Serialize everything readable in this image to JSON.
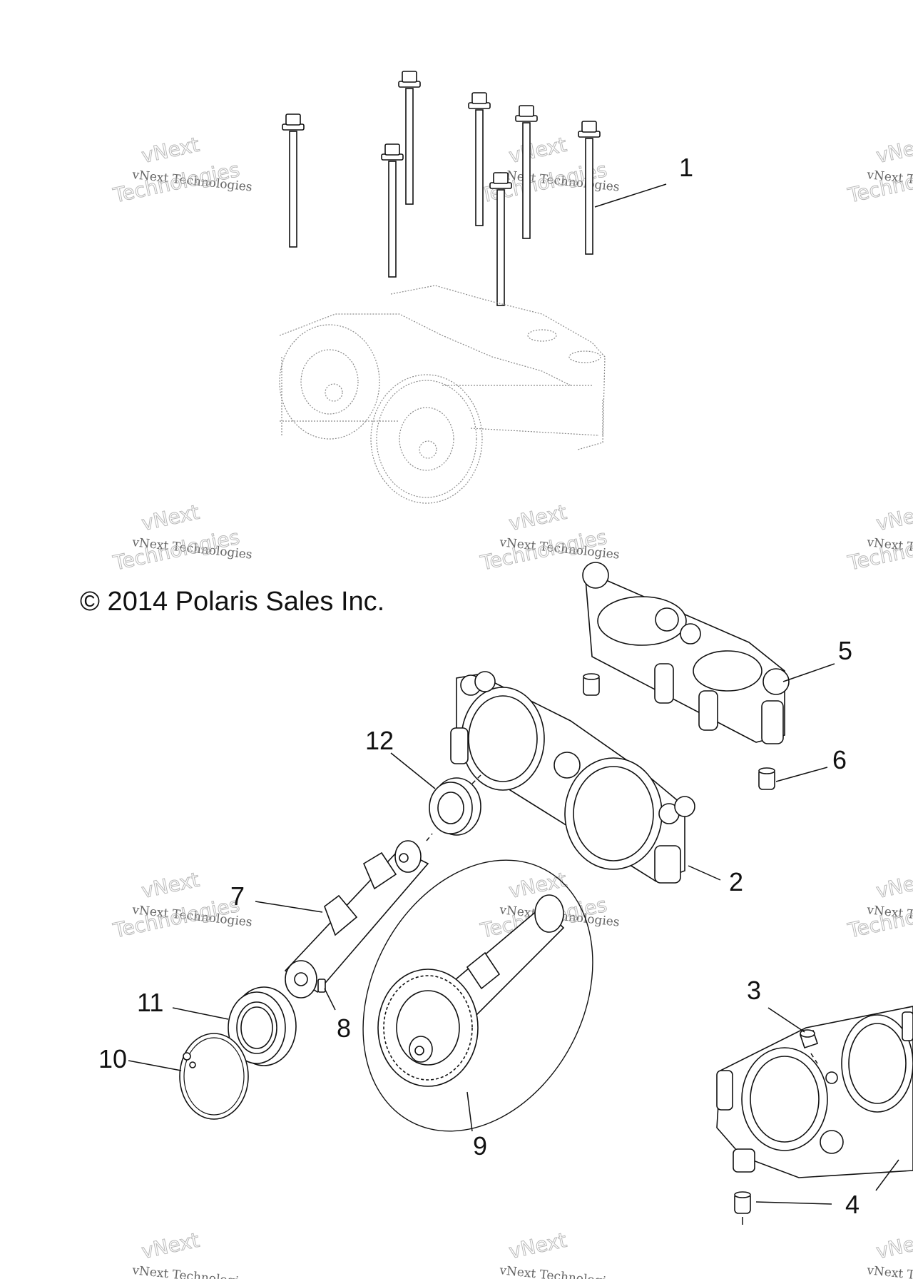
{
  "copyright": "© 2014 Polaris Sales Inc.",
  "watermark": {
    "line1": "vNext Technologies",
    "line2": "Technologies",
    "line3": "vNext"
  },
  "callouts": [
    "1",
    "2",
    "3",
    "4",
    "5",
    "6",
    "7",
    "8",
    "9",
    "10",
    "11",
    "12"
  ]
}
